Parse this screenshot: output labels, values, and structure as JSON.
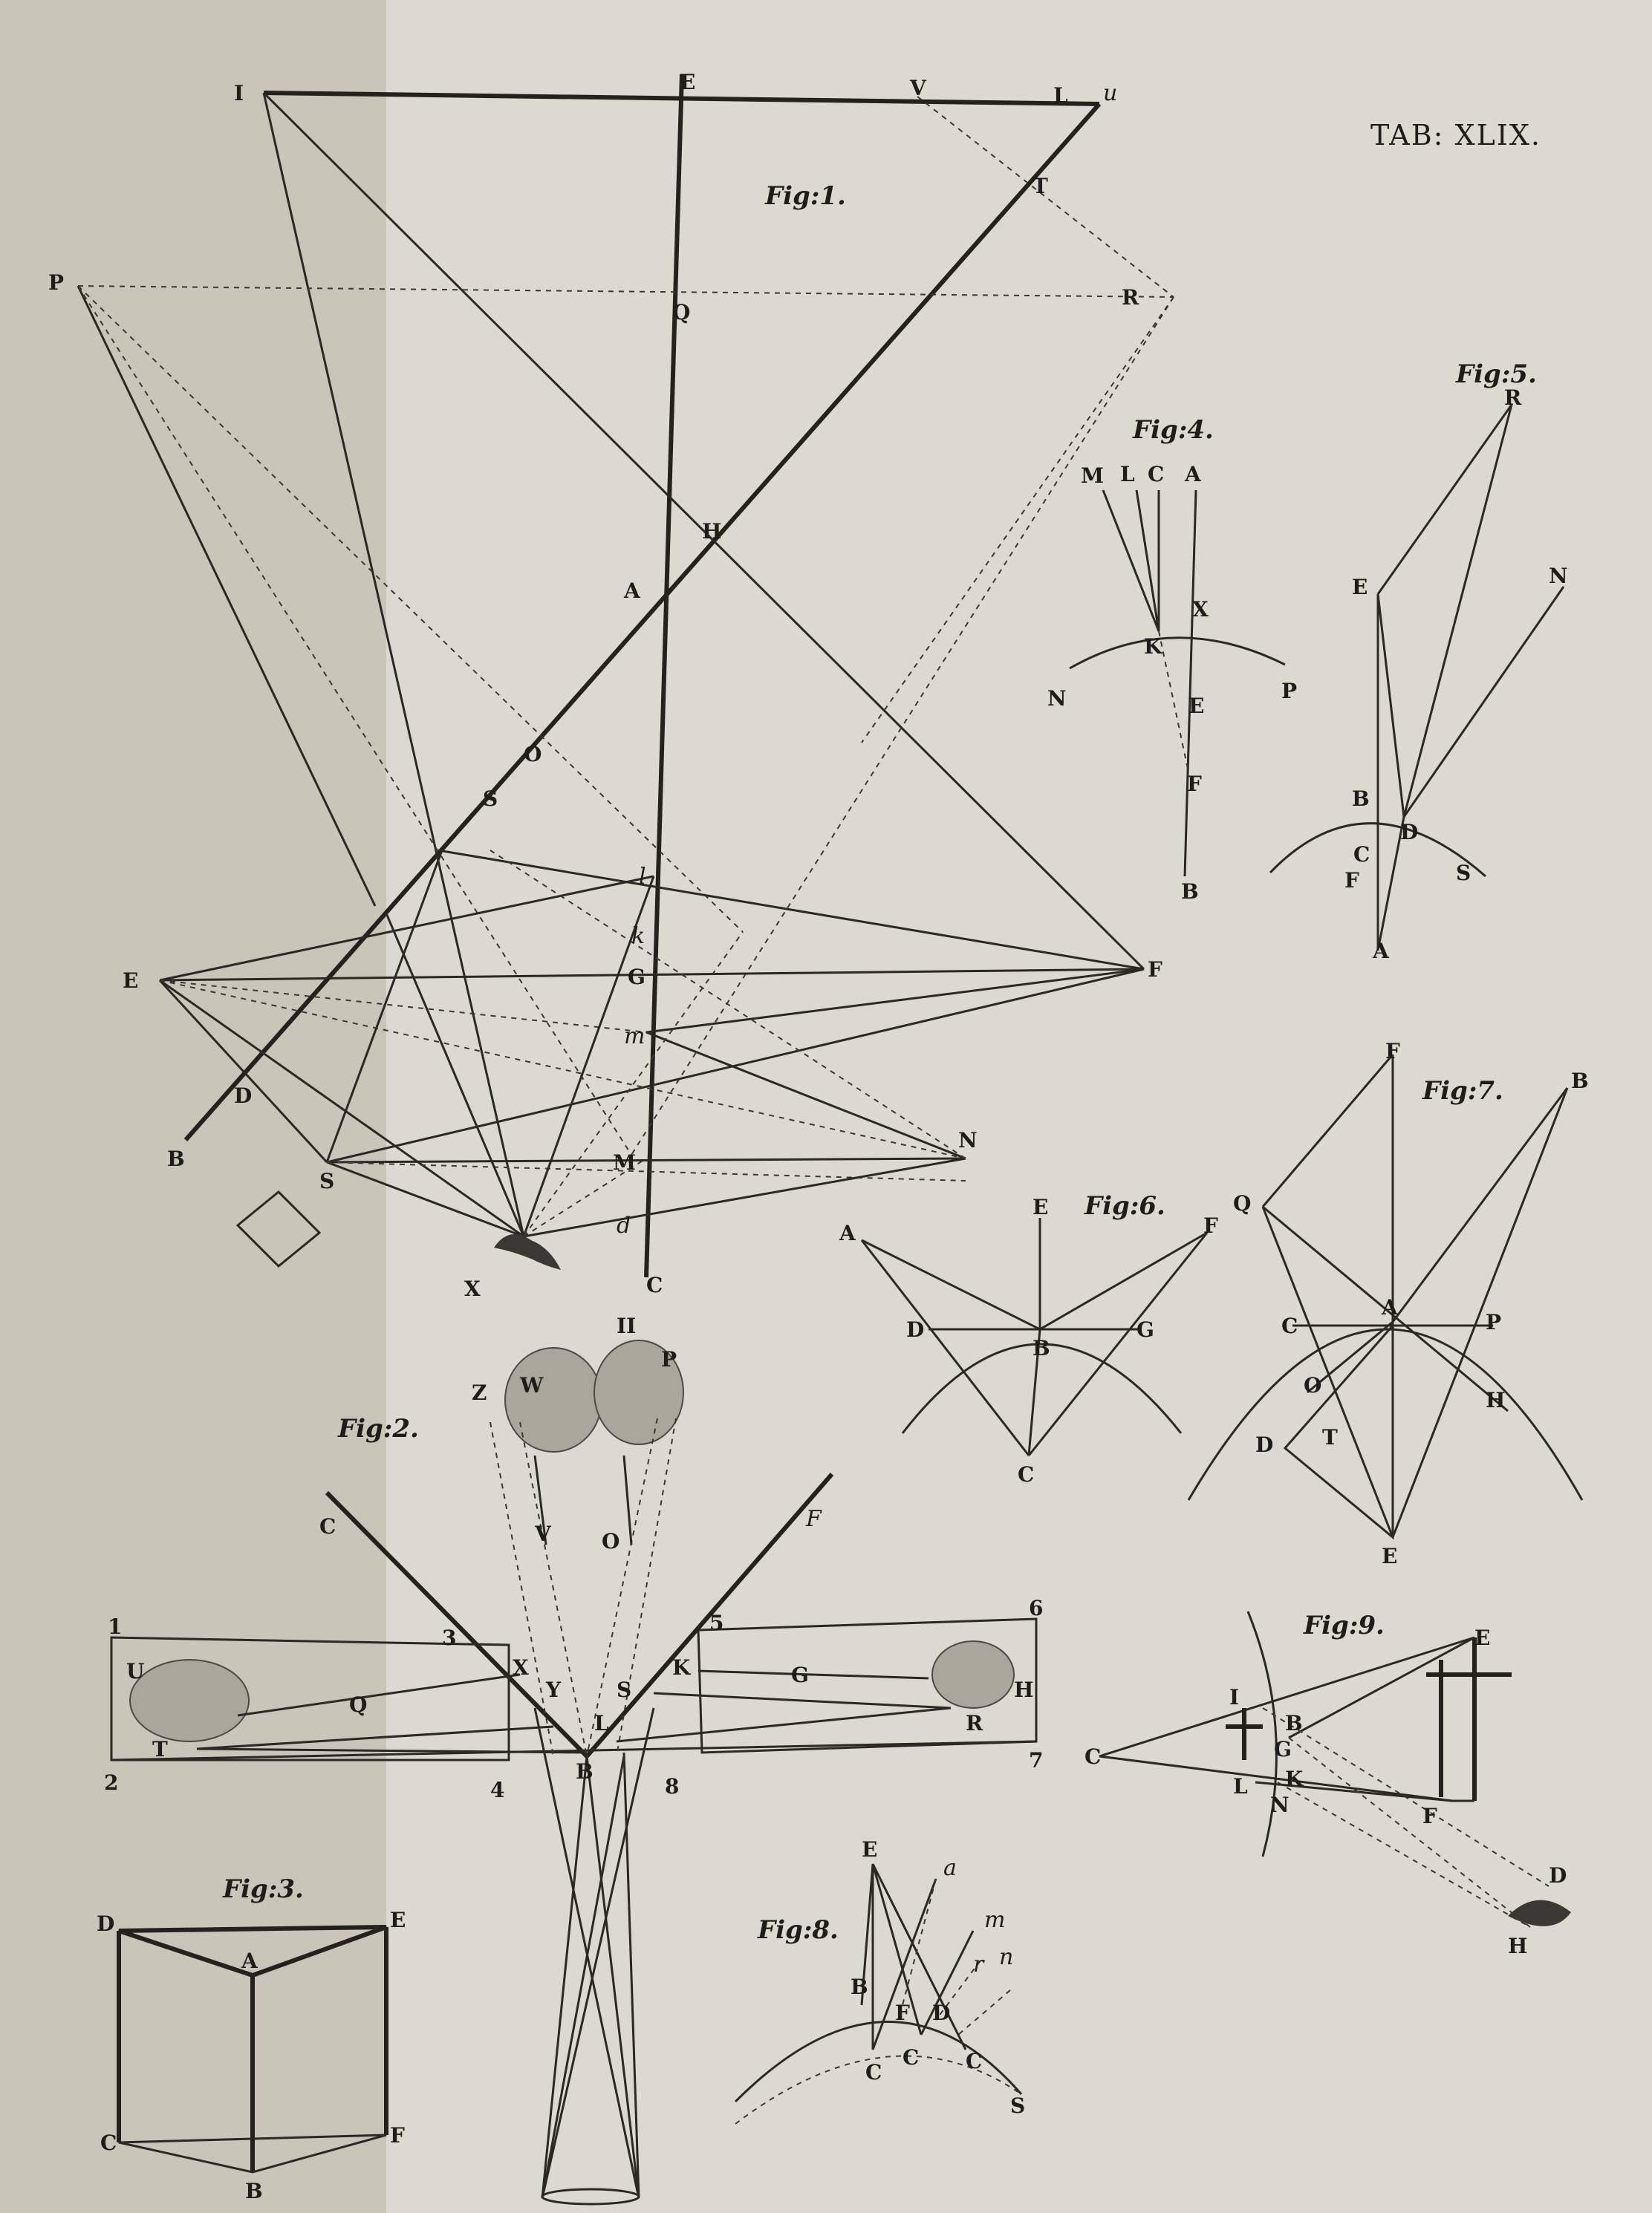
{
  "plate_title": "TAB: XLIX.",
  "figures": [
    {
      "title": "Fig:1.",
      "labels": [
        "I",
        "E",
        "V",
        "L",
        "u",
        "T",
        "P",
        "Q",
        "R",
        "H",
        "A",
        "O",
        "S",
        "E",
        "G",
        "F",
        "D",
        "B",
        "S",
        "M",
        "N",
        "X",
        "C",
        "k",
        "l",
        "m",
        "d"
      ]
    },
    {
      "title": "Fig:2.",
      "labels": [
        "II",
        "P",
        "Z",
        "W",
        "C",
        "F",
        "V",
        "O",
        "1",
        "6",
        "3",
        "5",
        "U",
        "H",
        "Q",
        "G",
        "T",
        "R",
        "2",
        "7",
        "4",
        "8",
        "X",
        "Y",
        "S",
        "K",
        "L",
        "B"
      ]
    },
    {
      "title": "Fig:3.",
      "labels": [
        "D",
        "E",
        "A",
        "C",
        "F",
        "B"
      ]
    },
    {
      "title": "Fig:4.",
      "labels": [
        "M",
        "L",
        "C",
        "A",
        "X",
        "N",
        "K",
        "P",
        "E",
        "F",
        "B"
      ]
    },
    {
      "title": "Fig:5.",
      "labels": [
        "R",
        "E",
        "N",
        "B",
        "D",
        "C",
        "F",
        "S",
        "A"
      ]
    },
    {
      "title": "Fig:6.",
      "labels": [
        "E",
        "A",
        "F",
        "D",
        "B",
        "G",
        "C"
      ]
    },
    {
      "title": "Fig:7.",
      "labels": [
        "F",
        "B",
        "Q",
        "A",
        "C",
        "P",
        "O",
        "H",
        "D",
        "T",
        "E"
      ]
    },
    {
      "title": "Fig:8.",
      "labels": [
        "E",
        "a",
        "m",
        "n",
        "B",
        "F",
        "D",
        "r",
        "C",
        "C",
        "C",
        "S"
      ]
    },
    {
      "title": "Fig:9.",
      "labels": [
        "E",
        "I",
        "B",
        "G",
        "C",
        "L",
        "K",
        "N",
        "F",
        "D",
        "H"
      ]
    }
  ]
}
